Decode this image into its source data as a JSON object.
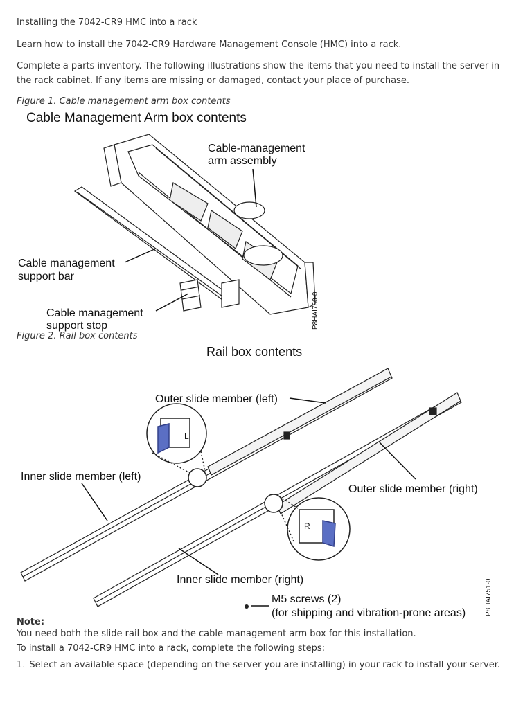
{
  "title": "Installing the 7042-CR9 HMC into a rack",
  "intro": "Learn how to install the 7042-CR9 Hardware Management Console (HMC) into a rack.",
  "inventory": "Complete a parts inventory. The following illustrations show the items that you need to install the server in the rack cabinet. If any items are missing or damaged, contact your place of purchase.",
  "figure1": {
    "caption": "Figure 1. Cable management arm box contents",
    "heading": "Cable Management Arm box contents",
    "labels": {
      "arm_line1": "Cable-management",
      "arm_line2": "arm assembly",
      "bar_line1": "Cable management",
      "bar_line2": "support bar",
      "stop_line1": "Cable management",
      "stop_line2": "support stop"
    },
    "id": "P8HAI750-0"
  },
  "figure2": {
    "caption": "Figure 2. Rail box contents",
    "heading": "Rail box contents",
    "labels": {
      "outer_left": "Outer slide member (left)",
      "inner_left": "Inner slide member (left)",
      "outer_right": "Outer slide member (right)",
      "inner_right": "Inner slide member (right)",
      "screws_line1": "M5 screws (2)",
      "screws_line2": "(for shipping and vibration-prone areas)",
      "letter_left": "L",
      "letter_right": "R"
    },
    "id": "P8HAI751-0"
  },
  "note": {
    "heading": "Note:",
    "text": "You need both the slide rail box and the cable management arm box for this installation."
  },
  "steps_intro": "To install a 7042-CR9 HMC into a rack, complete the following steps:",
  "steps": [
    {
      "num": "1.",
      "text": "Select an available space (depending on the server you are installing) in your rack to install your server."
    }
  ],
  "colors": {
    "text": "#333333",
    "highlight_blue": "#5b6fc4"
  }
}
